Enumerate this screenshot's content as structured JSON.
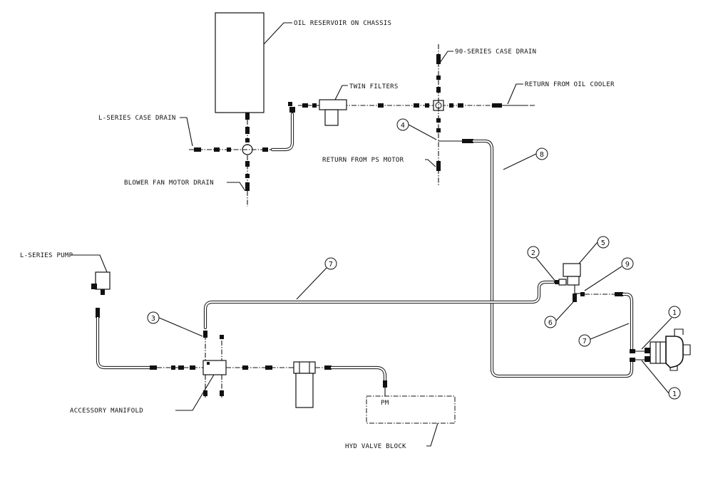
{
  "labels": {
    "oil_reservoir": "OIL RESERVOIR ON CHASSIS",
    "twin_filters": "TWIN FILTERS",
    "case_drain_90": "90-SERIES CASE DRAIN",
    "return_oil_cooler": "RETURN FROM OIL COOLER",
    "l_series_case_drain": "L-SERIES CASE DRAIN",
    "return_ps_motor": "RETURN FROM PS MOTOR",
    "blower_fan_motor_drain": "BLOWER FAN MOTOR DRAIN",
    "l_series_pump": "L-SERIES PUMP",
    "accessory_manifold": "ACCESSORY MANIFOLD",
    "pm": "PM",
    "hyd_valve_block": "HYD VALVE BLOCK"
  },
  "callouts": {
    "c1a": "1",
    "c1b": "1",
    "c2": "2",
    "c3": "3",
    "c4": "4",
    "c5": "5",
    "c6": "6",
    "c7a": "7",
    "c7b": "7",
    "c8": "8",
    "c9": "9"
  }
}
